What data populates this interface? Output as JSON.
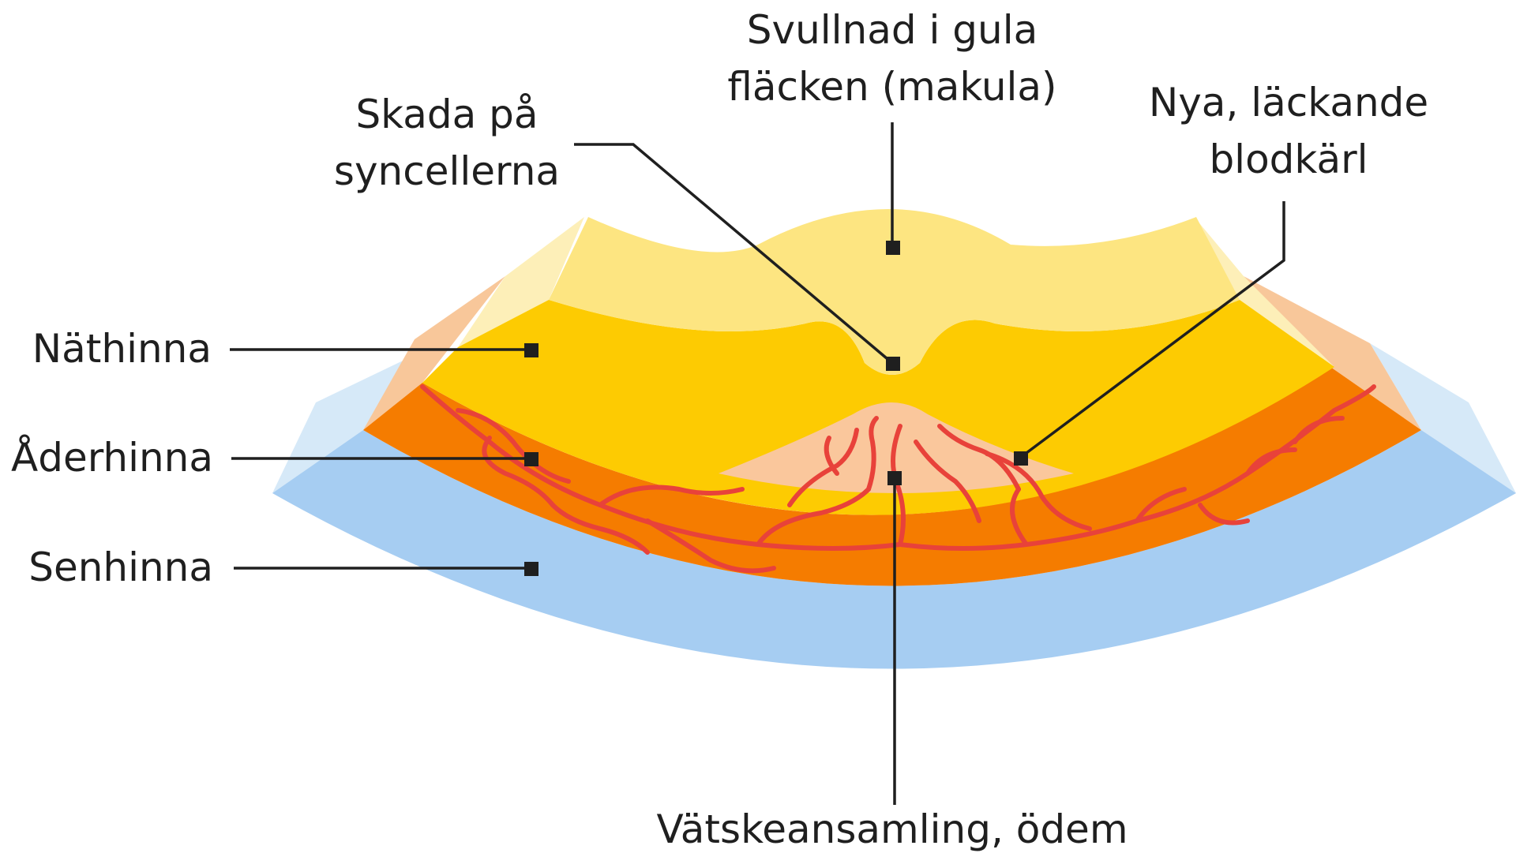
{
  "labels": {
    "swelling_line1": "Svullnad i gula",
    "swelling_line2": "fläcken (makula)",
    "damage_line1": "Skada på",
    "damage_line2": "syncellerna",
    "vessels_line1": "Nya, läckande",
    "vessels_line2": "blodkärl",
    "retina": "Näthinna",
    "choroid": "Åderhinna",
    "sclera": "Senhinna",
    "fluid": "Vätskeansamling, ödem"
  },
  "colors": {
    "sclera": "#a6cdf2",
    "sclera_side": "#d6e9f8",
    "choroid": "#f57c00",
    "choroid_side": "#f8c79a",
    "retina": "#fdcb02",
    "retina_side": "#fdefb8",
    "macula_top": "#fde581",
    "fluid": "#fac79c",
    "vessels": "#e8423a",
    "leader": "#1f1f1f"
  }
}
